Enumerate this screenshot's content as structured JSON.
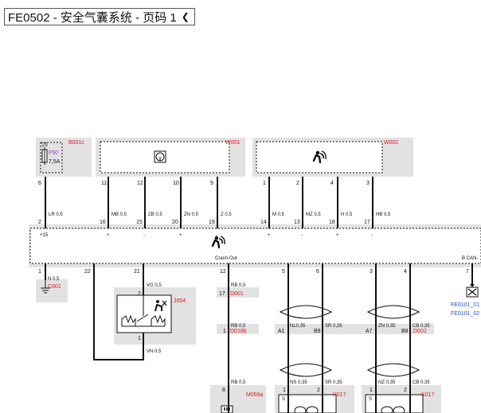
{
  "page": {
    "title": "FE0502 - 安全气囊系统 - 页码 1",
    "dropdown_icon": "chevron-down-icon"
  },
  "components": {
    "b001c": {
      "id": "B001c",
      "fuse": "F50",
      "rating": "7,5A",
      "pin_top": "15"
    },
    "w001": {
      "id": "W001",
      "icon": "steering-wheel-icon"
    },
    "w002": {
      "id": "W002",
      "icon": "airbag-icon"
    },
    "ecu": {
      "icon": "airbag-icon",
      "crash_out": "Crash-Out",
      "bcan": "B CAN-",
      "plus15": "+15"
    },
    "c001": {
      "id": "C001",
      "icon": "ground-icon"
    },
    "j004": {
      "id": "J004",
      "icon": "seat-sensor-icon"
    },
    "d001": {
      "id": "D001",
      "pin": "17"
    },
    "d018b": {
      "id": "D018b",
      "pin": "1"
    },
    "d002": {
      "id": "D002"
    },
    "m059a": {
      "id": "M059a",
      "pin": "8"
    },
    "k017_left": {
      "id": "K017"
    },
    "k017_right": {
      "id": "K017"
    },
    "links": {
      "fe0101_01": "FE0101_01",
      "fe0101_02": "FE0101_02"
    }
  },
  "pins_top": [
    "6",
    "11",
    "12",
    "10",
    "9",
    "1",
    "2",
    "4",
    "3"
  ],
  "pins_ecu_top": [
    "2",
    "16",
    "15",
    "20",
    "19",
    "14",
    "13",
    "18",
    "17"
  ],
  "ecu_signs": [
    "+",
    "-",
    "+",
    "-",
    "+",
    "-",
    "+",
    "-"
  ],
  "wires_top": [
    "LR 0,5",
    "MB 0,5",
    "ZB 0,5",
    "ZN 0,5",
    "Z 0,5",
    "M 0,5",
    "MZ 0,5",
    "H 0,5",
    "HB 0,5"
  ],
  "pins_ecu_bottom": [
    "1",
    "22",
    "21",
    "12",
    "5",
    "6",
    "3",
    "4",
    "7"
  ],
  "wires_lower": {
    "n": "N 0,5",
    "vg": "VG 0,5",
    "vn": "VN 0,5",
    "rb1": "RB 0,5",
    "rb2": "RB 0,5",
    "rb3": "RB 0,5",
    "nl": "NL0,35",
    "sr1": "SR 0,35",
    "zn": "ZN 0,35",
    "cb1": "CB 0,35",
    "ns": "NS 0,35",
    "sr2": "SR 0,35",
    "nz": "NZ 0,35",
    "cb2": "CB 0,35"
  },
  "connector_pins": {
    "a1": "A1",
    "b9": "B9",
    "a7": "A7",
    "b8": "B8"
  },
  "j004_pins": {
    "top": "2",
    "bottom": "1"
  },
  "k017_pins": {
    "p1": "1",
    "p2": "2",
    "s": "S"
  },
  "colors": {
    "component_fill": "#e2e2e2",
    "label_red": "#e4141d",
    "fuse_purple": "#9b30c8",
    "link_blue": "#1f4fd1"
  }
}
